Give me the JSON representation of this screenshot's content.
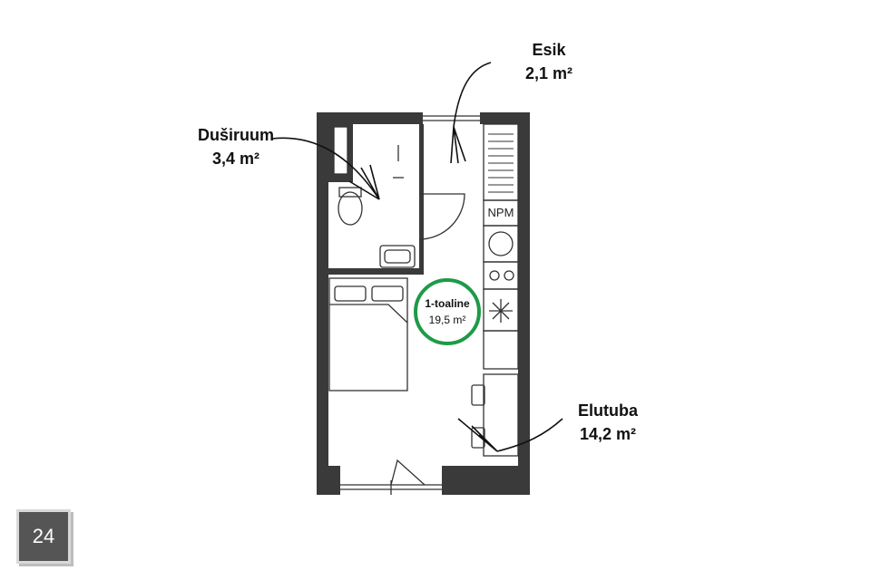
{
  "rooms": {
    "esik": {
      "name": "Esik",
      "area": "2,1 m²"
    },
    "dushiruum": {
      "name": "Duširuum",
      "area": "3,4 m²"
    },
    "elutuba": {
      "name": "Elutuba",
      "area": "14,2 m²"
    }
  },
  "summary": {
    "type": "1-toaline",
    "area": "19,5 m²"
  },
  "appliance_label": "NPM",
  "badge": "24",
  "colors": {
    "wall": "#3a3a3a",
    "accent": "#1f9a48",
    "badge": "#555555"
  }
}
